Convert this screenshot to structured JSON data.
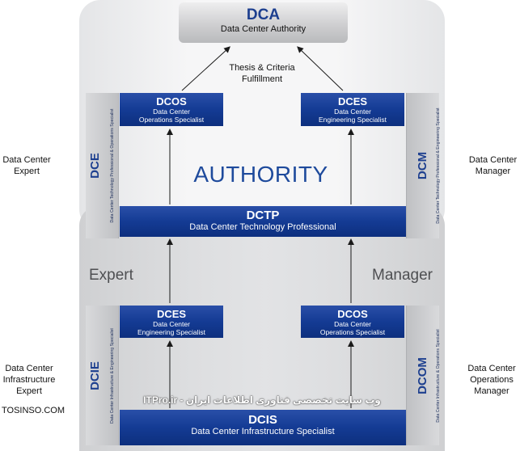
{
  "top": {
    "title": "DCA",
    "subtitle": "Data Center Authority",
    "thesis": "Thesis & Criteria Fulfillment",
    "authority": "AUTHORITY"
  },
  "dcos_top": {
    "title": "DCOS",
    "line1": "Data Center",
    "line2": "Operations Specialist"
  },
  "dces_top": {
    "title": "DCES",
    "line1": "Data Center",
    "line2": "Engineering Specialist"
  },
  "dce_strip": {
    "code": "DCE",
    "desc": "Data Center Technology Professional & Operations Specialist"
  },
  "dcm_strip": {
    "code": "DCM",
    "desc": "Data Center Technology Professional & Engineering Specialist"
  },
  "dctp": {
    "title": "DCTP",
    "subtitle": "Data Center Technology Professional"
  },
  "sections": {
    "expert": "Expert",
    "manager": "Manager"
  },
  "dces_bottom": {
    "title": "DCES",
    "line1": "Data Center",
    "line2": "Engineering Specialist"
  },
  "dcos_bottom": {
    "title": "DCOS",
    "line1": "Data Center",
    "line2": "Operations Specialist"
  },
  "dcie_strip": {
    "code": "DCIE",
    "desc": "Data Center Infrastructure & Engineering Specialist"
  },
  "dcom_strip": {
    "code": "DCOM",
    "desc": "Data Center Infrastructure & Operations Specialist"
  },
  "dcis": {
    "title": "DCIS",
    "subtitle": "Data Center Infrastructure Specialist"
  },
  "side_labels": {
    "dce": {
      "line1": "Data Center",
      "line2": "Expert"
    },
    "dcm": {
      "line1": "Data Center",
      "line2": "Manager"
    },
    "dcie": {
      "line1": "Data Center",
      "line2": "Infrastructure",
      "line3": "Expert"
    },
    "dcom": {
      "line1": "Data Center",
      "line2": "Operations",
      "line3": "Manager"
    }
  },
  "watermark": {
    "left": "TOSINSO.COM",
    "center": "ITPro.ir - وب سایت تخصصی فناوری اطلاعات ایران"
  }
}
